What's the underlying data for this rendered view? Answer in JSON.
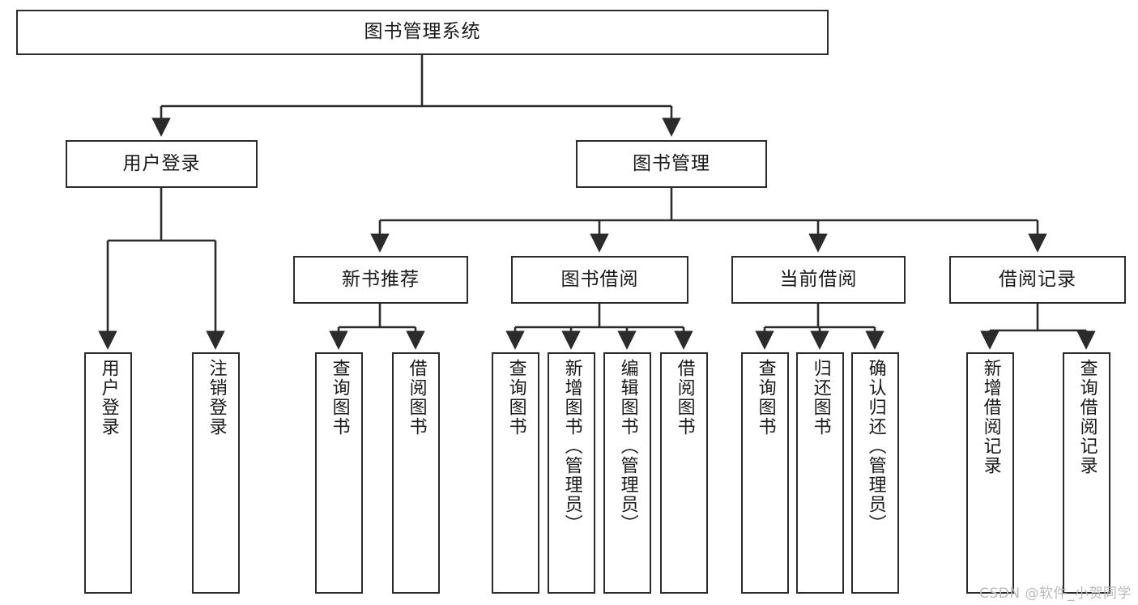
{
  "diagram": {
    "title": "图书管理系统",
    "type": "tree",
    "watermark": "CSDN @软件_小贺同学",
    "stroke_color": "#2b2b2b",
    "fill_color": "#ffffff",
    "text_color": "#1a1a1a",
    "watermark_color": "#b9b9b9"
  },
  "nodes": {
    "root": {
      "label": "图书管理系统"
    },
    "level2": [
      {
        "label": "用户登录"
      },
      {
        "label": "图书管理"
      }
    ],
    "level3": [
      {
        "label": "新书推荐"
      },
      {
        "label": "图书借阅"
      },
      {
        "label": "当前借阅"
      },
      {
        "label": "借阅记录"
      }
    ],
    "leaves": {
      "user_login": [
        {
          "label": "用户登录"
        },
        {
          "label": "注销登录"
        }
      ],
      "new_book": [
        {
          "label": "查询图书"
        },
        {
          "label": "借阅图书"
        }
      ],
      "book_borrow": [
        {
          "label": "查询图书"
        },
        {
          "label": "新增图书（管理员）"
        },
        {
          "label": "编辑图书（管理员）"
        },
        {
          "label": "借阅图书"
        }
      ],
      "current_borrow": [
        {
          "label": "查询图书"
        },
        {
          "label": "归还图书"
        },
        {
          "label": "确认归还（管理员）"
        }
      ],
      "borrow_record": [
        {
          "label": "新增借阅记录"
        },
        {
          "label": "查询借阅记录"
        }
      ]
    }
  }
}
